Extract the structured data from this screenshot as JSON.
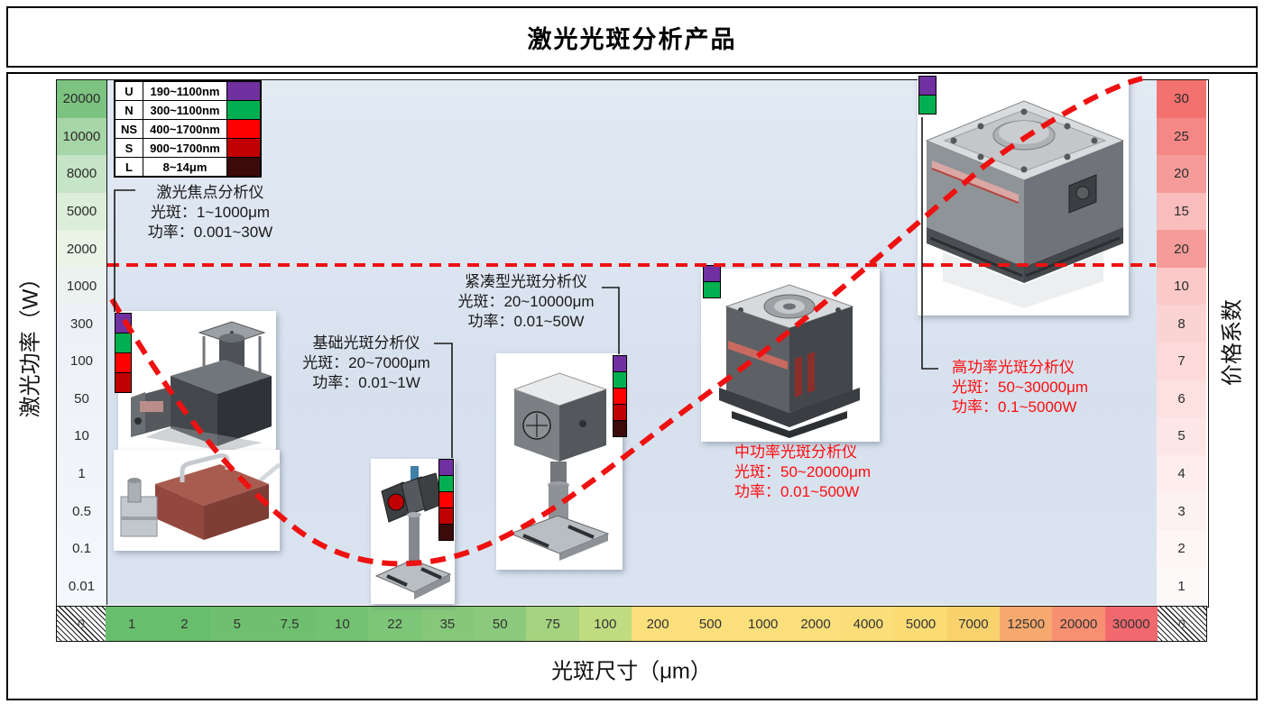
{
  "title": "激光光斑分析产品",
  "colors": {
    "trend_red": "#ee1111",
    "callout_black": "#1a1a1a",
    "plot_background": "#d9e3ef"
  },
  "axes": {
    "power": {
      "label": "激光功率（W）",
      "ticks": [
        {
          "label": "20000",
          "color": "#7cc381"
        },
        {
          "label": "10000",
          "color": "#a6d5a8"
        },
        {
          "label": "8000",
          "color": "#c6e4c7"
        },
        {
          "label": "5000",
          "color": "#dcedd9"
        },
        {
          "label": "2000",
          "color": "#e9f3e6"
        },
        {
          "label": "1000",
          "color": "#ecf2f0"
        },
        {
          "label": "300",
          "color": "#edf1f6"
        },
        {
          "label": "100",
          "color": "#eef2f7"
        },
        {
          "label": "50",
          "color": "#eff3f8"
        },
        {
          "label": "10",
          "color": "#f0f3f8"
        },
        {
          "label": "1",
          "color": "#f1f4f9"
        },
        {
          "label": "0.5",
          "color": "#f2f5f9"
        },
        {
          "label": "0.1",
          "color": "#f3f6fa"
        },
        {
          "label": "0.01",
          "color": "#f4f7fb"
        }
      ]
    },
    "price": {
      "label": "价格系数",
      "ticks": [
        {
          "label": "30",
          "color": "#f3716e"
        },
        {
          "label": "25",
          "color": "#f58886"
        },
        {
          "label": "20",
          "color": "#f59c9a"
        },
        {
          "label": "15",
          "color": "#f8bdbc"
        },
        {
          "label": "20",
          "color": "#f59c9a"
        },
        {
          "label": "10",
          "color": "#fac9c8"
        },
        {
          "label": "8",
          "color": "#fbd3d2"
        },
        {
          "label": "7",
          "color": "#fbdad9"
        },
        {
          "label": "6",
          "color": "#fce1e0"
        },
        {
          "label": "5",
          "color": "#fce7e6"
        },
        {
          "label": "4",
          "color": "#fdedec"
        },
        {
          "label": "3",
          "color": "#fdf1f1"
        },
        {
          "label": "2",
          "color": "#fef5f5"
        },
        {
          "label": "1",
          "color": "#fef9f9"
        }
      ]
    },
    "size": {
      "label": "光斑尺寸（μm）",
      "cells": [
        {
          "label": "0",
          "hatched": true
        },
        {
          "label": "1",
          "color": "#68be6c"
        },
        {
          "label": "2",
          "color": "#68be6c"
        },
        {
          "label": "5",
          "color": "#6ec06f"
        },
        {
          "label": "7.5",
          "color": "#6ec06f"
        },
        {
          "label": "10",
          "color": "#72c271"
        },
        {
          "label": "22",
          "color": "#7ec677"
        },
        {
          "label": "35",
          "color": "#86c87a"
        },
        {
          "label": "50",
          "color": "#8bc97d"
        },
        {
          "label": "75",
          "color": "#a5d37f"
        },
        {
          "label": "100",
          "color": "#c0dc80"
        },
        {
          "label": "200",
          "color": "#fbdf7b"
        },
        {
          "label": "500",
          "color": "#fbdf7b"
        },
        {
          "label": "1000",
          "color": "#fbdf7b"
        },
        {
          "label": "2000",
          "color": "#fbdf7b"
        },
        {
          "label": "4000",
          "color": "#fbde79"
        },
        {
          "label": "5000",
          "color": "#fbdb74"
        },
        {
          "label": "7000",
          "color": "#f9d26e"
        },
        {
          "label": "12500",
          "color": "#f6a96e"
        },
        {
          "label": "20000",
          "color": "#f69071"
        },
        {
          "label": "30000",
          "color": "#f1696f"
        },
        {
          "label": "0",
          "hatched": true
        }
      ]
    }
  },
  "legend": {
    "rows": [
      {
        "code": "U",
        "range": "190~1100nm",
        "color": "#7030a0"
      },
      {
        "code": "N",
        "range": "300~1100nm",
        "color": "#00b050"
      },
      {
        "code": "NS",
        "range": "400~1700nm",
        "color": "#ff0000"
      },
      {
        "code": "S",
        "range": "900~1700nm",
        "color": "#c00000"
      },
      {
        "code": "L",
        "range": "8~14μm",
        "color": "#3b0a0a"
      }
    ]
  },
  "products": [
    {
      "name": "激光焦点分析仪",
      "spot": "光斑：1~1000μm",
      "power": "功率：0.001~30W",
      "bands": [
        "#7030a0",
        "#00b050",
        "#ff0000",
        "#c00000"
      ]
    },
    {
      "name": "基础光斑分析仪",
      "spot": "光斑：20~7000μm",
      "power": "功率：0.01~1W",
      "bands": [
        "#7030a0",
        "#00b050",
        "#ff0000",
        "#c00000",
        "#3b0a0a"
      ]
    },
    {
      "name": "紧凑型光斑分析仪",
      "spot": "光斑：20~10000μm",
      "power": "功率：0.01~50W",
      "bands": [
        "#7030a0",
        "#00b050",
        "#ff0000",
        "#c00000",
        "#3b0a0a"
      ]
    },
    {
      "name": "中功率光斑分析仪",
      "spot": "光斑：50~20000μm",
      "power": "功率：0.01~500W",
      "bands": [
        "#7030a0",
        "#00b050"
      ]
    },
    {
      "name": "高功率光斑分析仪",
      "spot": "光斑：50~30000μm",
      "power": "功率：0.1~5000W",
      "bands": [
        "#7030a0",
        "#00b050"
      ]
    }
  ],
  "chart_data": {
    "type": "scatter",
    "title": "激光光斑分析产品",
    "xlabel": "光斑尺寸（μm）",
    "ylabel": "激光功率（W）",
    "y2label": "价格系数",
    "x_ticks": [
      "0",
      "1",
      "2",
      "5",
      "7.5",
      "10",
      "22",
      "35",
      "50",
      "75",
      "100",
      "200",
      "500",
      "1000",
      "2000",
      "4000",
      "5000",
      "7000",
      "12500",
      "20000",
      "30000",
      "0"
    ],
    "y_left_ticks": [
      "20000",
      "10000",
      "8000",
      "5000",
      "2000",
      "1000",
      "300",
      "100",
      "50",
      "10",
      "1",
      "0.5",
      "0.1",
      "0.01"
    ],
    "y_right_ticks": [
      "30",
      "25",
      "20",
      "15",
      "20",
      "10",
      "8",
      "7",
      "6",
      "5",
      "4",
      "3",
      "2",
      "1"
    ],
    "legend_bands": [
      {
        "code": "U",
        "wavelength": "190~1100nm"
      },
      {
        "code": "N",
        "wavelength": "300~1100nm"
      },
      {
        "code": "NS",
        "wavelength": "400~1700nm"
      },
      {
        "code": "S",
        "wavelength": "900~1700nm"
      },
      {
        "code": "L",
        "wavelength": "8~14μm"
      }
    ],
    "series": [
      {
        "name": "激光焦点分析仪",
        "spot_um": [
          1,
          1000
        ],
        "power_w": [
          0.001,
          30
        ],
        "bands": [
          "U",
          "N",
          "NS",
          "S"
        ]
      },
      {
        "name": "基础光斑分析仪",
        "spot_um": [
          20,
          7000
        ],
        "power_w": [
          0.01,
          1
        ],
        "bands": [
          "U",
          "N",
          "NS",
          "S",
          "L"
        ]
      },
      {
        "name": "紧凑型光斑分析仪",
        "spot_um": [
          20,
          10000
        ],
        "power_w": [
          0.01,
          50
        ],
        "bands": [
          "U",
          "N",
          "NS",
          "S",
          "L"
        ]
      },
      {
        "name": "中功率光斑分析仪",
        "spot_um": [
          50,
          20000
        ],
        "power_w": [
          0.01,
          500
        ],
        "bands": [
          "U",
          "N"
        ]
      },
      {
        "name": "高功率光斑分析仪",
        "spot_um": [
          50,
          30000
        ],
        "power_w": [
          0.1,
          5000
        ],
        "bands": [
          "U",
          "N"
        ]
      }
    ],
    "annotations": [
      {
        "kind": "dashed_curve",
        "meaning": "价格系数随光斑尺寸变化趋势",
        "shape": "U形下凹后上升，从光斑1μm/价格约8降至约30μm最低，再升至30000μm/价格30"
      },
      {
        "kind": "dashed_hline",
        "meaning": "功率参考线",
        "power_w": 1500,
        "price_coeff": 20
      }
    ],
    "grid": false,
    "legend_position": "top-left"
  }
}
